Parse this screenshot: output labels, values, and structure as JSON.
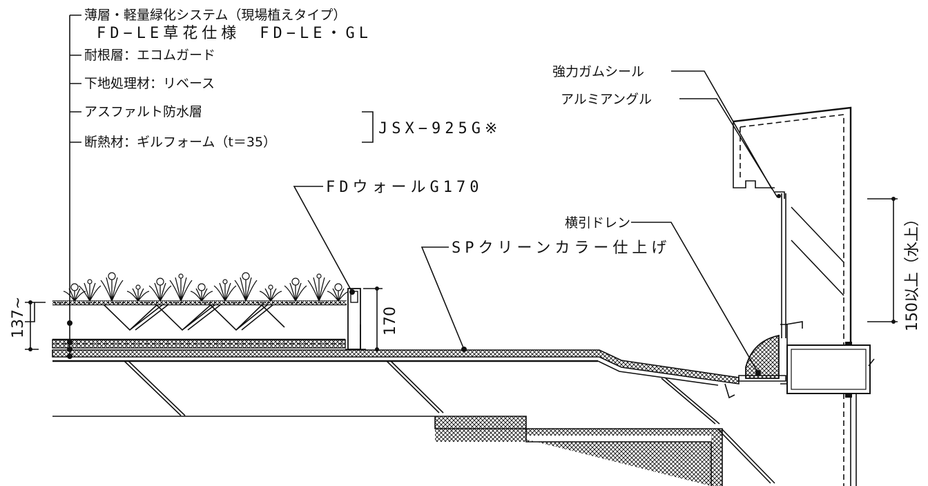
{
  "labels": {
    "system_title": "薄層・軽量緑化システム（現場植えタイプ）",
    "system_spec": "FD−LE草花仕様　FD−LE・GL",
    "root_barrier": "耐根層：エコムガード",
    "primer": "下地処理材：リベース",
    "asphalt": "アスファルト防水層",
    "insulation": "断熱材：ギルフォーム（t＝35）",
    "jsx": "JSX−925G※",
    "fd_wall": "FDウォールG170",
    "strong_seal": "強力ガムシール",
    "alu_angle": "アルミアングル",
    "side_drain": "横引ドレン",
    "sp_clean": "SPクリーンカラー仕上げ"
  },
  "dimensions": {
    "left_height": "137~",
    "wall_height": "170",
    "parapet_height": "150以上（水上）"
  },
  "colors": {
    "line": "#111111",
    "background": "#ffffff"
  }
}
